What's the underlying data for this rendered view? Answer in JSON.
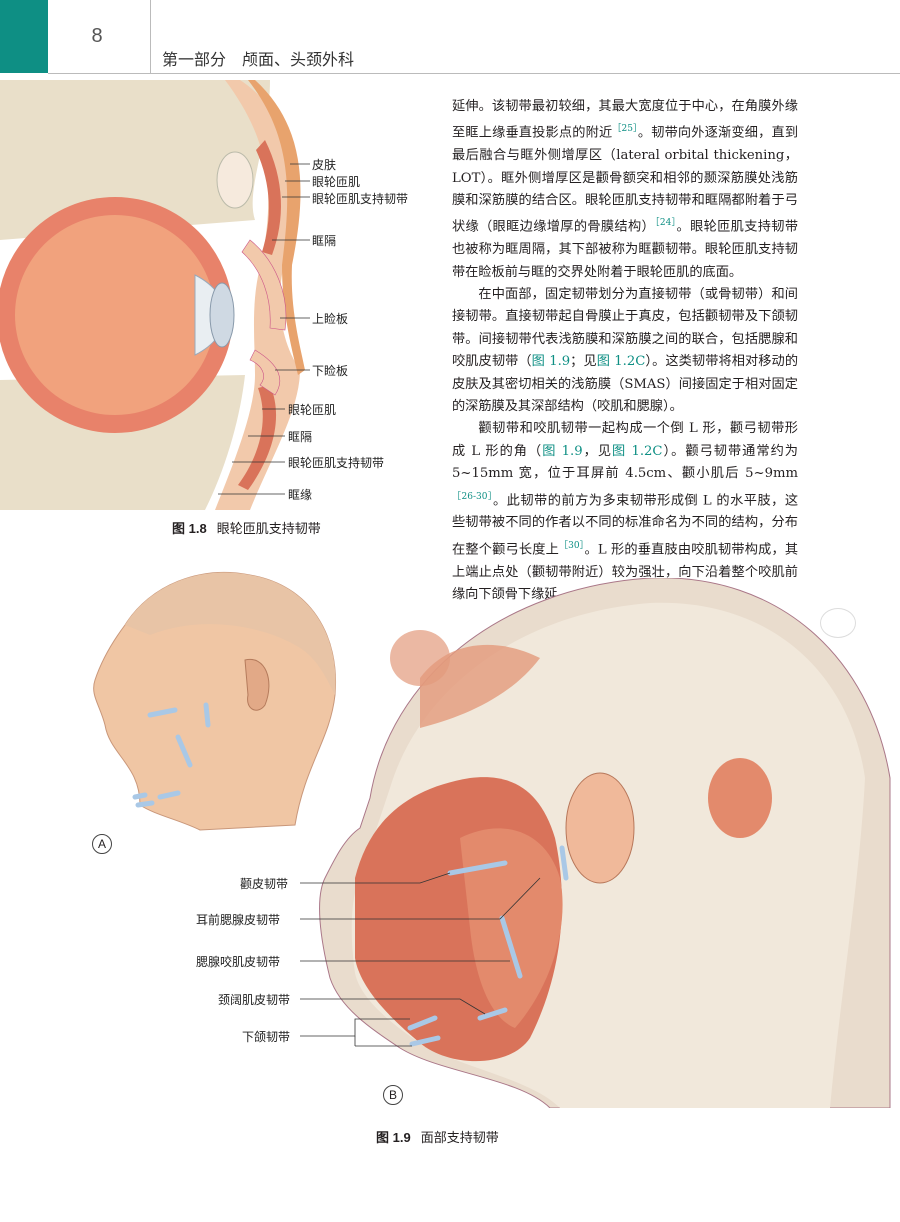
{
  "header": {
    "page_number": "8",
    "section": "第一部分　颅面、头颈外科"
  },
  "body": {
    "p1_a": "延伸。该韧带最初较细，其最大宽度位于中心，在角膜外缘至眶上缘垂直投影点的附近",
    "p1_ref1": "［25］",
    "p1_b": "。韧带向外逐渐变细，直到最后融合与眶外侧增厚区（lateral orbital thickening，LOT）。眶外侧增厚区是颧骨额突和相邻的颞深筋膜处浅筋膜和深筋膜的结合区。眼轮匝肌支持韧带和眶隔都附着于弓状缘（眼眶边缘增厚的骨膜结构）",
    "p1_ref2": "［24］",
    "p1_c": "。眼轮匝肌支持韧带也被称为眶周隔，其下部被称为眶颧韧带。眼轮匝肌支持韧带在睑板前与眶的交界处附着于眼轮匝肌的底面。",
    "p2_a": "在中面部，固定韧带划分为直接韧带（或骨韧带）和间接韧带。直接韧带起自骨膜止于真皮，包括颧韧带及下颌韧带。间接韧带代表浅筋膜和深筋膜之间的联合，包括腮腺和咬肌皮韧带（",
    "p2_x1": "图 1.9",
    "p2_b": "；见",
    "p2_x2": "图 1.2C",
    "p2_c": "）。这类韧带将相对移动的皮肤及其密切相关的浅筋膜（SMAS）间接固定于相对固定的深筋膜及其深部结构（咬肌和腮腺）。",
    "p3_a": "颧韧带和咬肌韧带一起构成一个倒 L 形，颧弓韧带形成 L 形的角（",
    "p3_x1": "图 1.9",
    "p3_b": "，见",
    "p3_x2": "图 1.2C",
    "p3_c": "）。颧弓韧带通常约为 5~15mm 宽，位于耳屏前 4.5cm、颧小肌后 5~9mm",
    "p3_ref1": "［26-30］",
    "p3_d": "。此韧带的前方为多束韧带形成倒 L 的水平肢，这些韧带被不同的作者以不同的标准命名为不同的结构，分布在整个颧弓长度上",
    "p3_ref2": "［30］",
    "p3_e": "。L 形的垂直肢由咬肌韧带构成，其上端止点处（颧韧带附近）较为强壮，向下沿着整个咬肌前缘向下颌骨下缘延"
  },
  "figure_1_8": {
    "caption_num": "图 1.8",
    "caption_text": "眼轮匝肌支持韧带",
    "labels": {
      "skin": "皮肤",
      "orbicularis": "眼轮匝肌",
      "orol_upper": "眼轮匝肌支持韧带",
      "septum_upper": "眶隔",
      "upper_tarsus": "上睑板",
      "lower_tarsus": "下睑板",
      "orbicularis_lower": "眼轮匝肌",
      "septum_lower": "眶隔",
      "orol_lower": "眼轮匝肌支持韧带",
      "orbital_rim": "眶缘"
    }
  },
  "figure_1_9": {
    "caption_num": "图 1.9",
    "caption_text": "面部支持韧带",
    "panel_a": "A",
    "panel_b": "B",
    "labels": {
      "zygomatic": "颧皮韧带",
      "preauricular": "耳前腮腺皮韧带",
      "parotid_masseteric": "腮腺咬肌皮韧带",
      "platysma": "颈阔肌皮韧带",
      "mandibular": "下颌韧带"
    }
  },
  "colors": {
    "accent": "#0e8f84",
    "muscle": "#d9735a",
    "skin": "#f2c9ab",
    "ligament": "#a9c8e6"
  }
}
